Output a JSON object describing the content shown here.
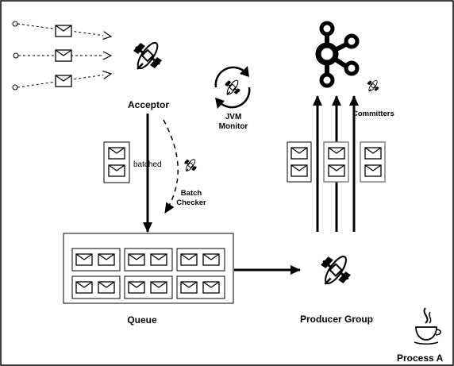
{
  "diagram": {
    "labels": {
      "acceptor": "Acceptor",
      "batched": "batched",
      "batch_checker_line1": "Batch",
      "batch_checker_line2": "Checker",
      "jvm_monitor_line1": "JVM",
      "jvm_monitor_line2": "Monitor",
      "committers": "Committers",
      "queue": "Queue",
      "producer_group": "Producer Group",
      "process": "Process A"
    },
    "icons": {
      "component": "satellite-icon",
      "envelope": "envelope-icon",
      "kafka": "kafka-logo-icon",
      "java": "java-cup-icon",
      "cycle": "refresh-cycle-icon"
    },
    "colors": {
      "stroke": "#000000",
      "box_stroke": "#808080",
      "background": "#ffffff"
    }
  }
}
